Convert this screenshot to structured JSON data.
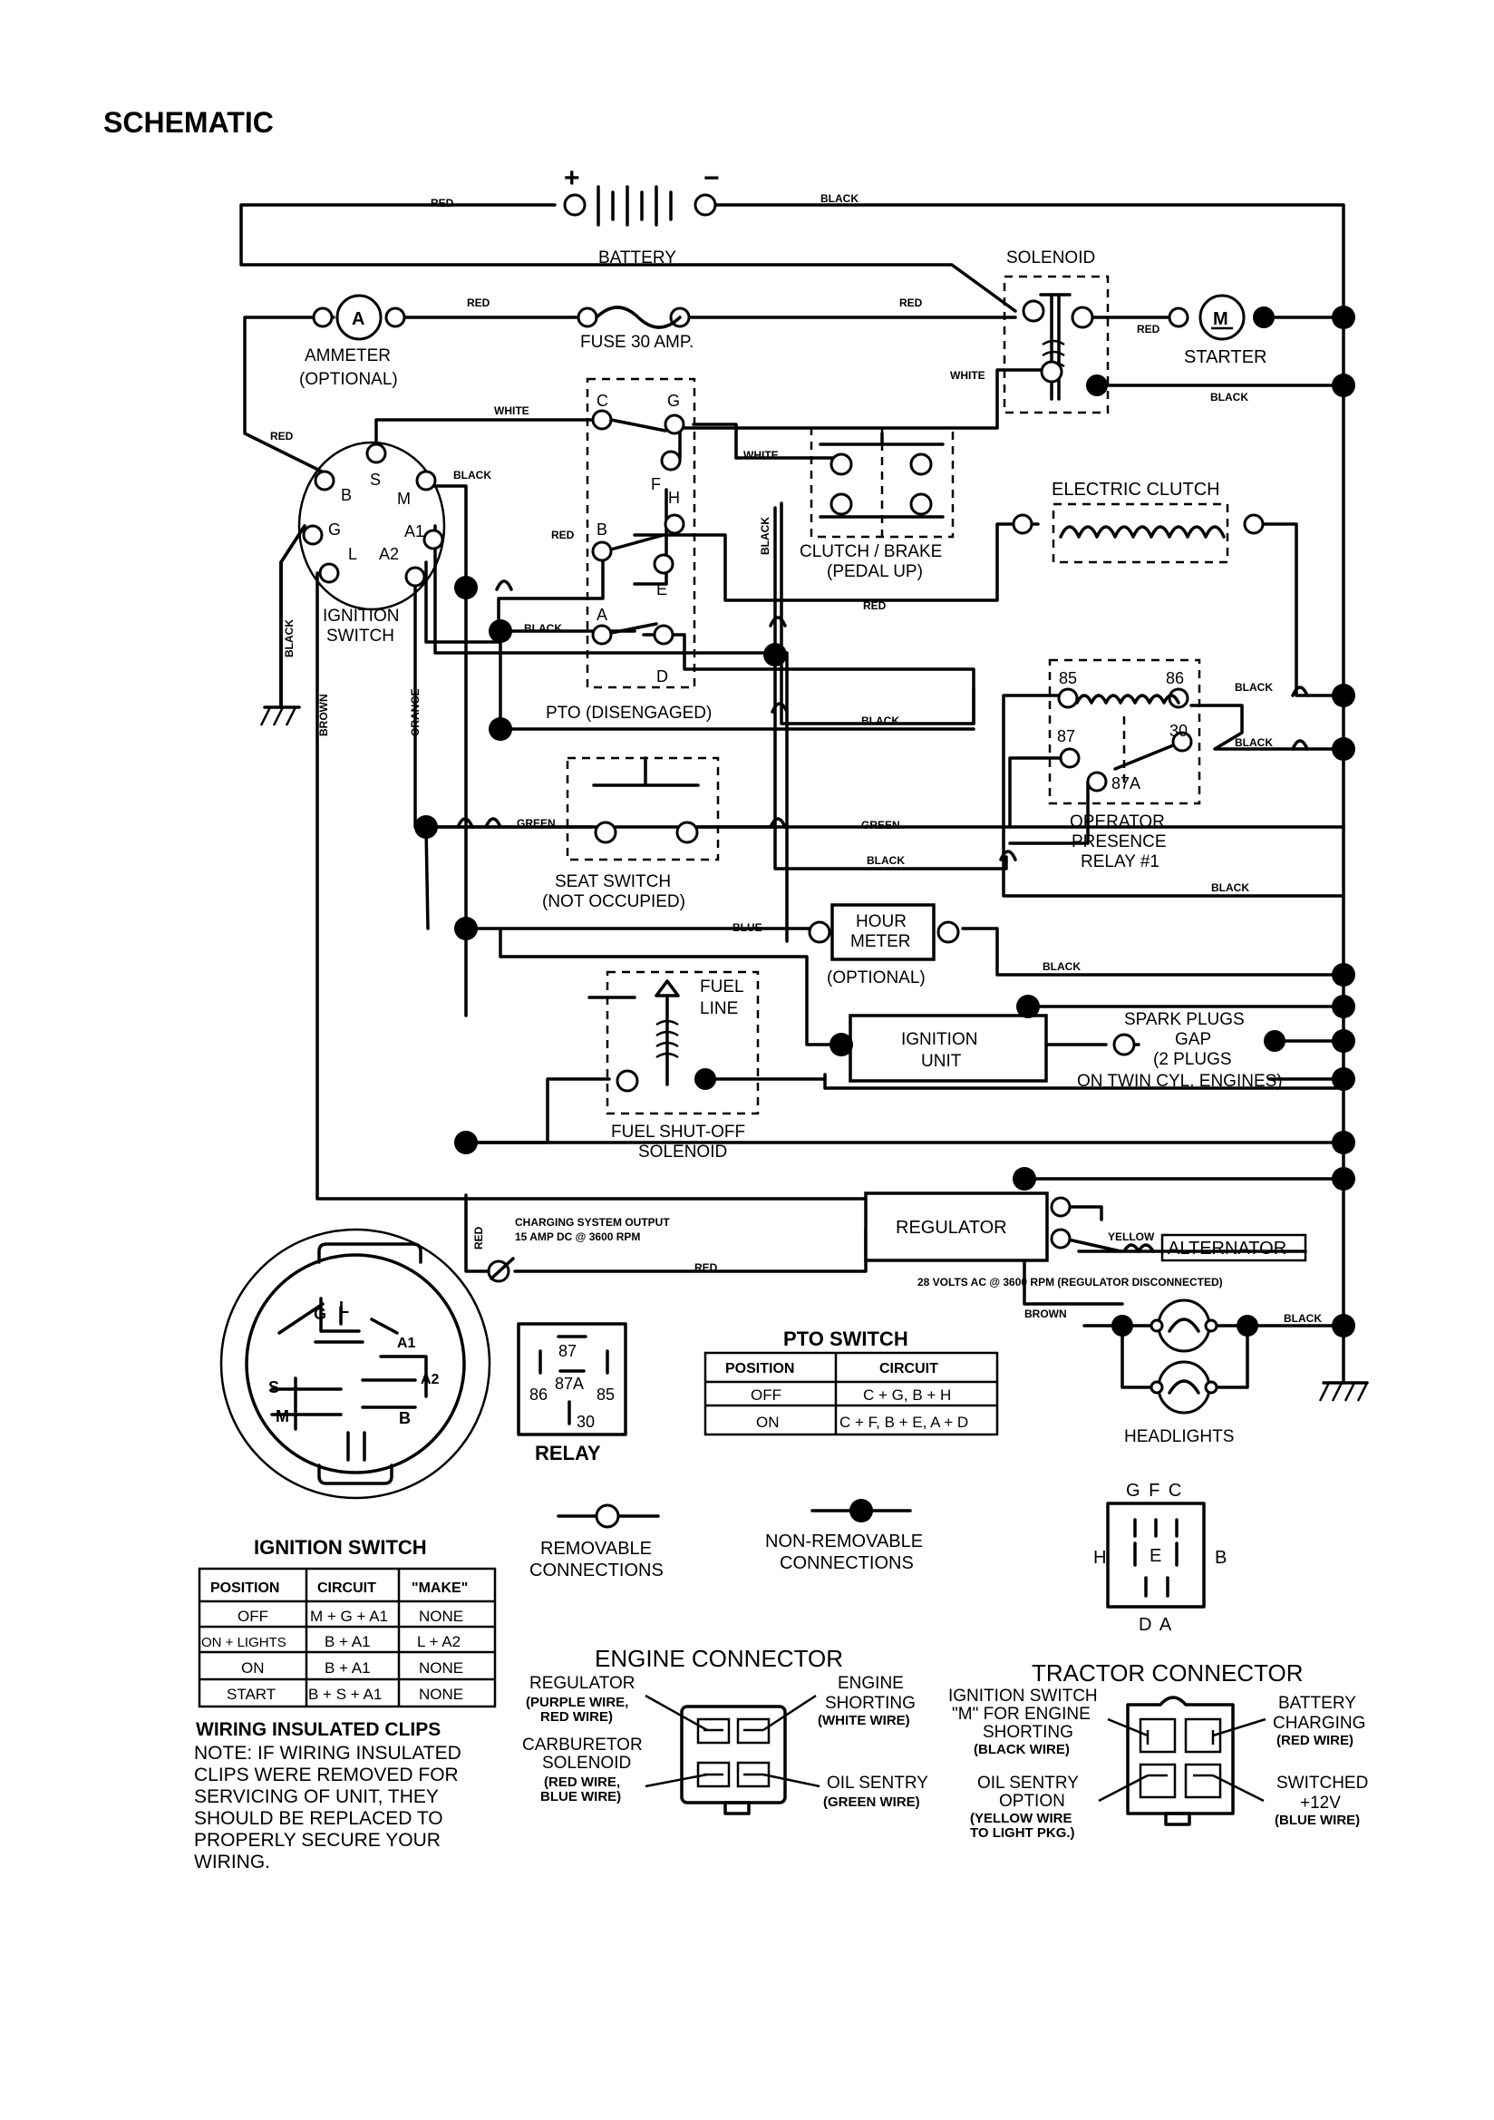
{
  "title": "SCHEMATIC",
  "wire_labels": {
    "red": "RED",
    "black": "BLACK",
    "white": "WHITE",
    "green": "GREEN",
    "blue": "BLUE",
    "brown": "BROWN",
    "orange": "ORANGE",
    "yellow": "YELLOW"
  },
  "components": {
    "battery": "BATTERY",
    "battery_plus": "+",
    "battery_minus": "−",
    "solenoid": "SOLENOID",
    "ammeter_symbol": "A",
    "ammeter": "AMMETER",
    "ammeter_optional": "(OPTIONAL)",
    "fuse": "FUSE 30 AMP.",
    "starter_symbol": "M",
    "starter": "STARTER",
    "ignition_switch_1": "IGNITION",
    "ignition_switch_2": "SWITCH",
    "ign_terms": {
      "b": "B",
      "s": "S",
      "m": "M",
      "g": "G",
      "a1": "A1",
      "l": "L",
      "a2": "A2"
    },
    "pto_terms": {
      "c": "C",
      "g": "G",
      "f": "F",
      "h": "H",
      "b": "B",
      "e": "E",
      "a": "A",
      "d": "D"
    },
    "pto_disengaged": "PTO (DISENGAGED)",
    "clutch_brake_1": "CLUTCH / BRAKE",
    "clutch_brake_2": "(PEDAL UP)",
    "electric_clutch": "ELECTRIC CLUTCH",
    "relay_terms": {
      "t85": "85",
      "t86": "86",
      "t87": "87",
      "t30": "30",
      "t87a": "87A"
    },
    "operator_presence_1": "OPERATOR",
    "operator_presence_2": "PRESENCE",
    "operator_presence_3": "RELAY #1",
    "seat_switch_1": "SEAT SWITCH",
    "seat_switch_2": "(NOT OCCUPIED)",
    "hour_meter_1": "HOUR",
    "hour_meter_2": "METER",
    "hour_meter_optional": "(OPTIONAL)",
    "fuel_line_1": "FUEL",
    "fuel_line_2": "LINE",
    "fuel_solenoid_1": "FUEL SHUT-OFF",
    "fuel_solenoid_2": "SOLENOID",
    "ignition_unit_1": "IGNITION",
    "ignition_unit_2": "UNIT",
    "spark_plugs_1": "SPARK PLUGS",
    "spark_plugs_2": "GAP",
    "spark_plugs_3": "(2 PLUGS",
    "spark_plugs_4": "ON TWIN CYL. ENGINES)",
    "charging_output_1": "CHARGING SYSTEM OUTPUT",
    "charging_output_2": "15 AMP DC @ 3600 RPM",
    "regulator": "REGULATOR",
    "alternator": "ALTERNATOR",
    "alternator_note": "28 VOLTS AC @ 3600 RPM (REGULATOR DISCONNECTED)",
    "headlights": "HEADLIGHTS"
  },
  "ignition_switch_face": {
    "labels": {
      "g": "G",
      "l": "L",
      "a1": "A1",
      "s": "S",
      "a2": "A2",
      "m": "M",
      "b": "B"
    }
  },
  "relay_face": {
    "t87": "87",
    "t86": "86",
    "t87a": "87A",
    "t85": "85",
    "t30": "30",
    "caption": "RELAY"
  },
  "pto_table": {
    "title": "PTO SWITCH",
    "headers": [
      "POSITION",
      "CIRCUIT"
    ],
    "rows": [
      [
        "OFF",
        "C + G, B + H"
      ],
      [
        "ON",
        "C + F, B + E, A + D"
      ]
    ]
  },
  "legend": {
    "removable_1": "REMOVABLE",
    "removable_2": "CONNECTIONS",
    "nonremovable_1": "NON-REMOVABLE",
    "nonremovable_2": "CONNECTIONS"
  },
  "pto_face": {
    "top": "G F C",
    "left": "H",
    "center": "E",
    "right": "B",
    "bottom": "D A"
  },
  "ignition_table": {
    "title": "IGNITION SWITCH",
    "headers": [
      "POSITION",
      "CIRCUIT",
      "\"MAKE\""
    ],
    "rows": [
      [
        "OFF",
        "M + G + A1",
        "NONE"
      ],
      [
        "ON + LIGHTS",
        "B + A1",
        "L + A2"
      ],
      [
        "ON",
        "B + A1",
        "NONE"
      ],
      [
        "START",
        "B + S + A1",
        "NONE"
      ]
    ]
  },
  "clips_note": {
    "title": "WIRING INSULATED CLIPS",
    "lines": [
      "NOTE: IF WIRING INSULATED",
      "CLIPS WERE REMOVED FOR",
      "SERVICING OF UNIT, THEY",
      "SHOULD BE REPLACED TO",
      "PROPERLY SECURE YOUR",
      "WIRING."
    ]
  },
  "engine_connector": {
    "title": "ENGINE CONNECTOR",
    "regulator": [
      "REGULATOR",
      "(PURPLE WIRE,",
      "RED WIRE)"
    ],
    "carburetor": [
      "CARBURETOR",
      "SOLENOID",
      "(RED WIRE,",
      "BLUE WIRE)"
    ],
    "shorting": [
      "ENGINE",
      "SHORTING",
      "(WHITE WIRE)"
    ],
    "oil": [
      "OIL SENTRY",
      "(GREEN WIRE)"
    ]
  },
  "tractor_connector": {
    "title": "TRACTOR CONNECTOR",
    "ignition": [
      "IGNITION SWITCH",
      "\"M\" FOR ENGINE",
      "SHORTING",
      "(BLACK WIRE)"
    ],
    "oil": [
      "OIL SENTRY",
      "OPTION",
      "(YELLOW WIRE",
      "TO LIGHT PKG.)"
    ],
    "battery": [
      "BATTERY",
      "CHARGING",
      "(RED WIRE)"
    ],
    "switched": [
      "SWITCHED",
      "+12V",
      "(BLUE WIRE)"
    ]
  }
}
